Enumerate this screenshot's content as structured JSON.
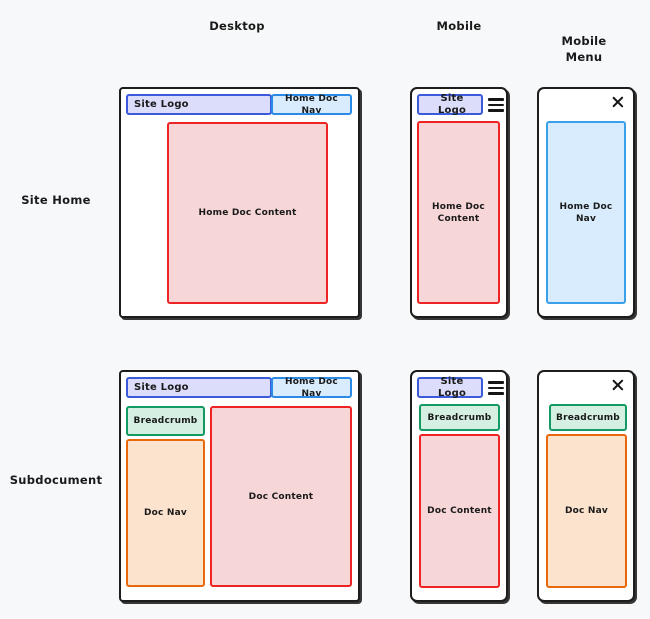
{
  "background_color": "#f7f8f9",
  "columns": [
    {
      "key": "desktop",
      "label": "Desktop"
    },
    {
      "key": "mobile",
      "label": "Mobile"
    },
    {
      "key": "mobile_menu",
      "label": "Mobile\nMenu",
      "line1": "Mobile",
      "line2": "Menu"
    }
  ],
  "rows": [
    {
      "key": "site_home",
      "label": "Site Home"
    },
    {
      "key": "subdocument",
      "label": "Subdocument"
    }
  ],
  "palette": {
    "site_logo_fill": "#dcdcfb",
    "site_logo_border": "#3b5bdb",
    "home_doc_nav_fill": "#d8ecfe",
    "home_doc_nav_border": "#2b8ae6",
    "doc_content_fill": "#f7d6d8",
    "doc_content_border": "#ee2424",
    "breadcrumb_fill": "#d5f0e3",
    "breadcrumb_border": "#139a63",
    "doc_nav_fill": "#fbe3cd",
    "doc_nav_border": "#e8690b",
    "frame_border": "#1d1d1d"
  },
  "icons": {
    "hamburger": "hamburger-menu-icon",
    "close": "close-icon"
  },
  "frames": {
    "site_home_desktop": {
      "site_logo": "Site Logo",
      "home_doc_nav": "Home Doc Nav",
      "home_doc_content": "Home Doc Content"
    },
    "site_home_mobile": {
      "site_logo": "Site Logo",
      "home_doc_content": "Home Doc Content"
    },
    "site_home_mobile_menu": {
      "home_doc_nav": "Home Doc Nav"
    },
    "subdocument_desktop": {
      "site_logo": "Site Logo",
      "home_doc_nav": "Home Doc Nav",
      "breadcrumb": "Breadcrumb",
      "doc_nav": "Doc Nav",
      "doc_content": "Doc Content"
    },
    "subdocument_mobile": {
      "site_logo": "Site Logo",
      "breadcrumb": "Breadcrumb",
      "doc_content": "Doc Content"
    },
    "subdocument_mobile_menu": {
      "breadcrumb": "Breadcrumb",
      "doc_nav": "Doc Nav"
    }
  }
}
